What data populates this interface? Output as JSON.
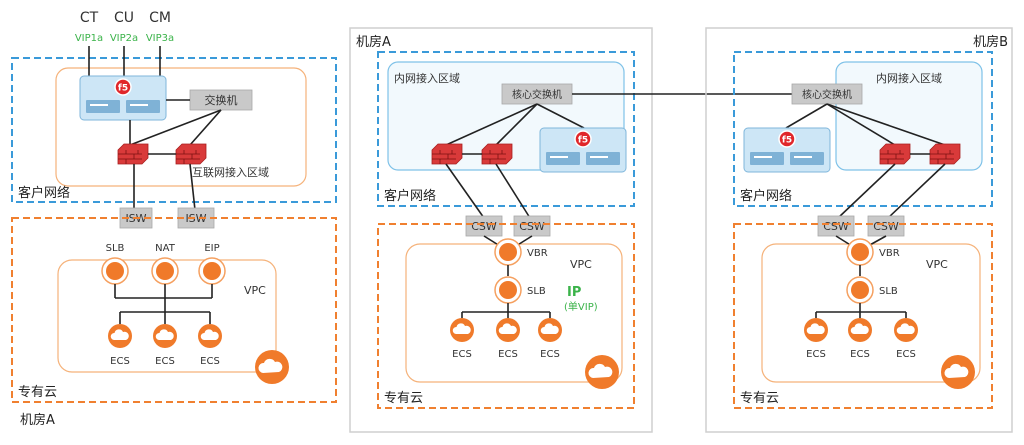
{
  "left": {
    "carriers": [
      {
        "name": "CT",
        "vip": "VIP1a"
      },
      {
        "name": "CU",
        "vip": "VIP2a"
      },
      {
        "name": "CM",
        "vip": "VIP3a"
      }
    ],
    "switch_label": "交换机",
    "internet_zone_label": "互联网接入区域",
    "customer_network_label": "客户网络",
    "isw_labels": [
      "ISW",
      "ISW"
    ],
    "services": [
      "SLB",
      "NAT",
      "EIP"
    ],
    "vpc_label": "VPC",
    "ecs_labels": [
      "ECS",
      "ECS",
      "ECS"
    ],
    "private_cloud_label": "专有云",
    "room_label": "机房A"
  },
  "middle": {
    "room_label": "机房A",
    "intranet_zone_label": "内网接入区域",
    "core_switch_label": "核心交换机",
    "customer_network_label": "客户网络",
    "csw_labels": [
      "CSW",
      "CSW"
    ],
    "vbr_label": "VBR",
    "slb_label": "SLB",
    "vpc_label": "VPC",
    "ip_label": "IP",
    "single_vip_label": "(单VIP)",
    "ecs_labels": [
      "ECS",
      "ECS",
      "ECS"
    ],
    "private_cloud_label": "专有云"
  },
  "right": {
    "room_label": "机房B",
    "intranet_zone_label": "内网接入区域",
    "core_switch_label": "核心交换机",
    "customer_network_label": "客户网络",
    "csw_labels": [
      "CSW",
      "CSW"
    ],
    "vbr_label": "VBR",
    "slb_label": "SLB",
    "vpc_label": "VPC",
    "ecs_labels": [
      "ECS",
      "ECS",
      "ECS"
    ],
    "private_cloud_label": "专有云"
  },
  "colors": {
    "accent_orange": "#f08030",
    "accent_blue": "#3a9ad9",
    "firewall_red": "#d93a3a",
    "f5_red": "#e0262a",
    "vip_green": "#3bb34a"
  }
}
